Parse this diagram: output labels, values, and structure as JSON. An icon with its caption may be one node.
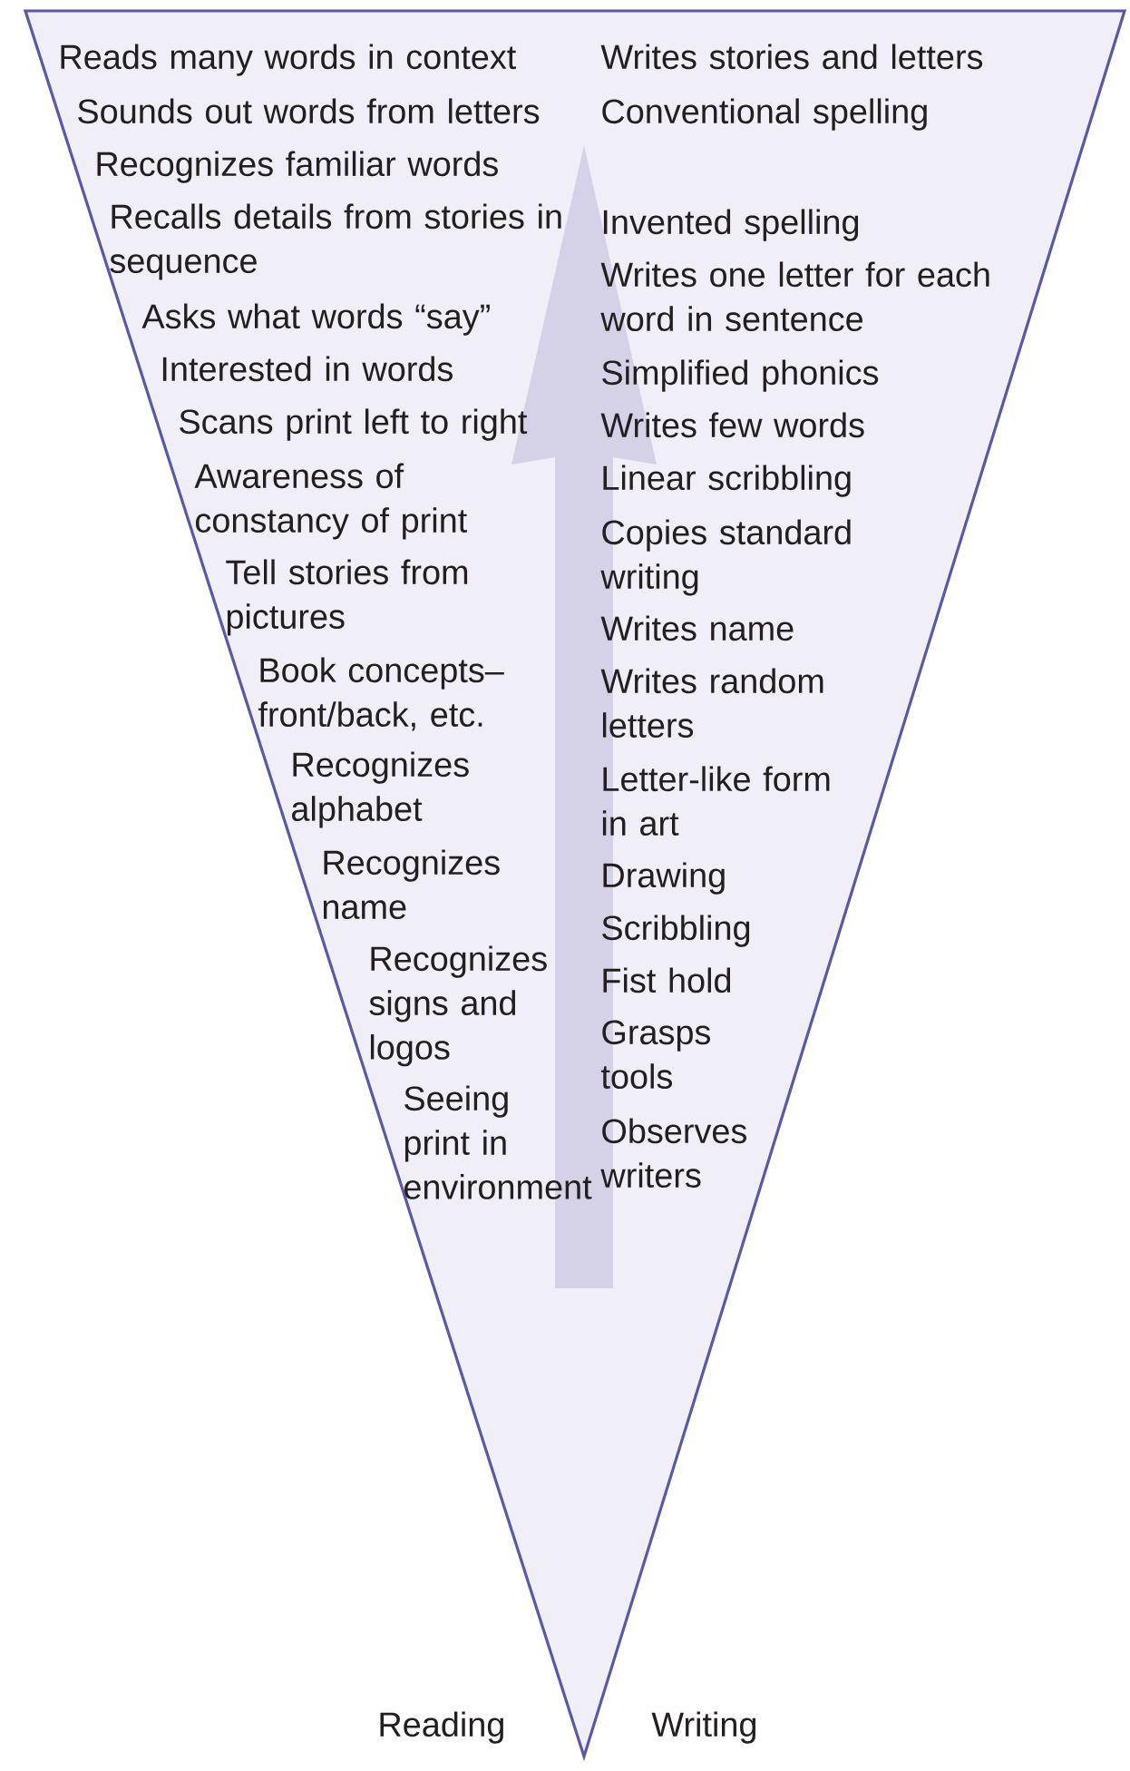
{
  "diagram": {
    "labels": [
      "Reads many words in context",
      "Sounds out words from letters",
      "Recognizes familiar words",
      "Recalls details from stories in sequence",
      "Asks what words “say”",
      "Interested in words",
      "Scans print left to right",
      "Awareness of constancy of print",
      "Tell stories from pictures",
      "Book concepts– front/back, etc.",
      "Recognizes alphabet",
      "Recognizes name",
      "Recognizes signs and logos",
      "Seeing print in environment",
      "Writes stories and letters",
      "Conventional spelling",
      "Invented spelling",
      "Writes one letter for each word in sentence",
      "Simplified phonics",
      "Writes few words",
      "Linear scribbling",
      "Copies standard writing",
      "Writes name",
      "Writes random letters",
      "Letter-like form in art",
      "Drawing",
      "Scribbling",
      "Fist hold",
      "Grasps tools",
      "Observes writers",
      "Reading",
      "Writing"
    ]
  }
}
